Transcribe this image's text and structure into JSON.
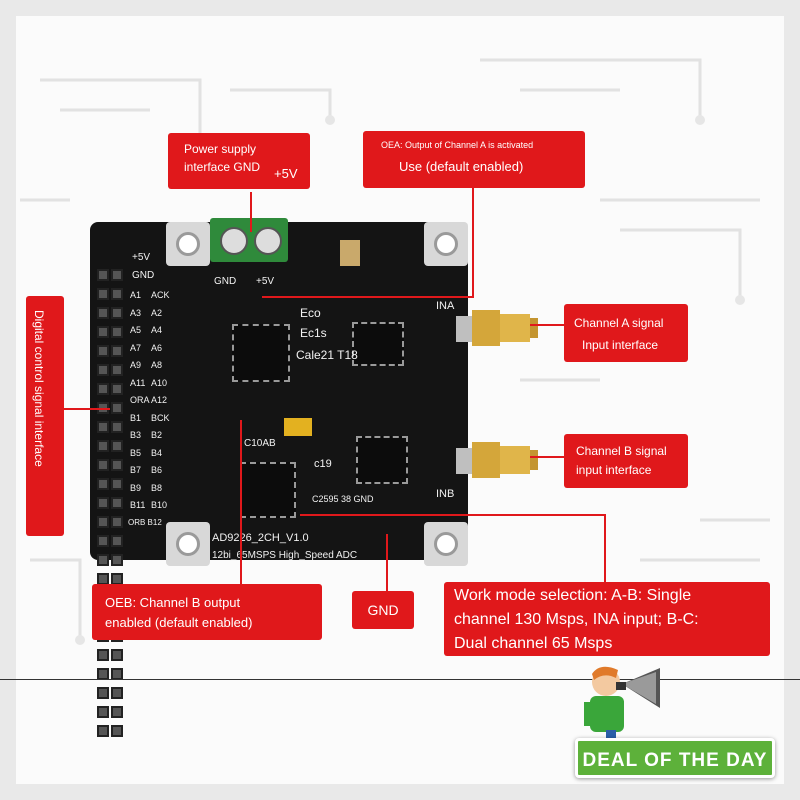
{
  "callouts": {
    "power_line1": "Power supply",
    "power_line2": "interface GND",
    "power_plus": "+5V",
    "oea_line1": "OEA: Output of Channel A is activated",
    "oea_line2": "Use (default enabled)",
    "digital": "Digital control signal interface",
    "chan_a_line1": "Channel A signal",
    "chan_a_line2": "Input interface",
    "chan_b_line1": "Channel B signal",
    "chan_b_line2": "input interface",
    "oeb_line1": "OEB: Channel B output",
    "oeb_line2": "enabled (default enabled)",
    "gnd": "GND",
    "work_line1": "Work mode selection: A-B: Single",
    "work_line2": "channel 130 Msps, INA input; B-C:",
    "work_line3": "Dual channel 65 Msps"
  },
  "board": {
    "plus5v_top": "+5V",
    "gnd_top": "GND",
    "pins_left": [
      "A1",
      "A3",
      "A5",
      "A7",
      "A9",
      "A11",
      "ORA",
      "B1",
      "B3",
      "B5",
      "B7",
      "B9",
      "B11"
    ],
    "pins_right": [
      "ACK",
      "A2",
      "A4",
      "A6",
      "A8",
      "A10",
      "A12",
      "BCK",
      "B2",
      "B4",
      "B6",
      "B8",
      "B10"
    ],
    "orb_label": "ORB B12",
    "gnd_terminal": "GND",
    "plus5v_terminal": "+5V",
    "eco": "Eco",
    "ecls": "Ec1s",
    "cale": "Cale21 T18",
    "ina": "INA",
    "inb": "INB",
    "c10ab": "C10AB",
    "c19": "c19",
    "c2595": "C2595 38 GND",
    "name": "AD9226_2CH_V1.0",
    "desc": "12bi_65MSPS High_Speed ADC"
  },
  "badge": "DEAL OF THE DAY",
  "colors": {
    "callout": "#e0181b",
    "board": "#141414",
    "badge": "#5db13a"
  }
}
